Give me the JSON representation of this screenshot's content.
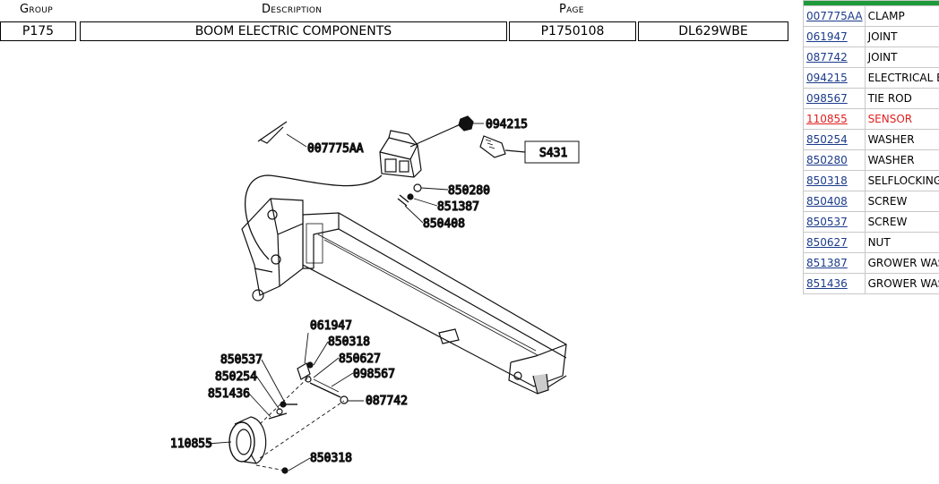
{
  "header": {
    "group_label": "Group",
    "description_label": "Description",
    "page_label": "Page",
    "group_value": "P175",
    "description_value": "BOOM ELECTRIC COMPONENTS",
    "page_value": "P1750108",
    "model_value": "DL629WBE"
  },
  "diagram": {
    "labels": {
      "c007775AA": "007775AA",
      "c094215": "094215",
      "cS431": "S431",
      "c850280": "850280",
      "c851387": "851387",
      "c850408": "850408",
      "c061947": "061947",
      "c850318a": "850318",
      "c850627": "850627",
      "c098567": "098567",
      "c087742": "087742",
      "c850537": "850537",
      "c850254": "850254",
      "c851436": "851436",
      "c110855": "110855",
      "c850318b": "850318"
    }
  },
  "parts": {
    "accent_color": "#1f9a3a",
    "highlight_color": "#e02020",
    "rows": [
      {
        "code": "007775AA",
        "desc": "CLAMP"
      },
      {
        "code": "061947",
        "desc": "JOINT"
      },
      {
        "code": "087742",
        "desc": "JOINT"
      },
      {
        "code": "094215",
        "desc": "ELECTRICAL EQ"
      },
      {
        "code": "098567",
        "desc": "TIE ROD"
      },
      {
        "code": "110855",
        "desc": "SENSOR",
        "highlighted": true
      },
      {
        "code": "850254",
        "desc": "WASHER"
      },
      {
        "code": "850280",
        "desc": "WASHER"
      },
      {
        "code": "850318",
        "desc": "SELFLOCKING N"
      },
      {
        "code": "850408",
        "desc": "SCREW"
      },
      {
        "code": "850537",
        "desc": "SCREW"
      },
      {
        "code": "850627",
        "desc": "NUT"
      },
      {
        "code": "851387",
        "desc": "GROWER WASH"
      },
      {
        "code": "851436",
        "desc": "GROWER WASH"
      }
    ]
  }
}
